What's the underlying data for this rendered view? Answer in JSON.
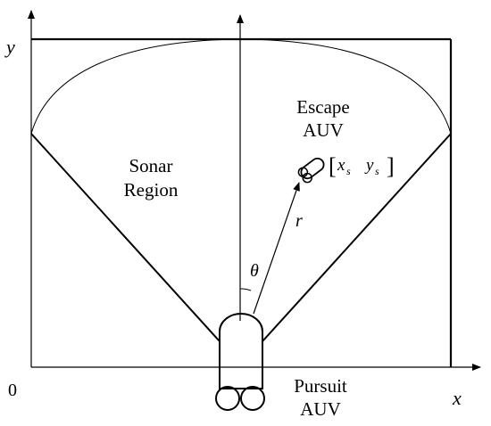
{
  "diagram": {
    "axes": {
      "y_label": "y",
      "x_label": "x",
      "origin_label": "0"
    },
    "labels": {
      "escape_line1": "Escape",
      "escape_line2": "AUV",
      "sonar_line1": "Sonar",
      "sonar_line2": "Region",
      "pursuit_line1": "Pursuit",
      "pursuit_line2": "AUV",
      "range_symbol": "r",
      "angle_symbol": "θ"
    },
    "coordinate": {
      "left_bracket": "[",
      "x_symbol": "x",
      "x_subscript": "s",
      "y_symbol": "y",
      "y_subscript": "s",
      "right_bracket": "]"
    },
    "colors": {
      "line": "#000000",
      "background": "#ffffff"
    }
  }
}
